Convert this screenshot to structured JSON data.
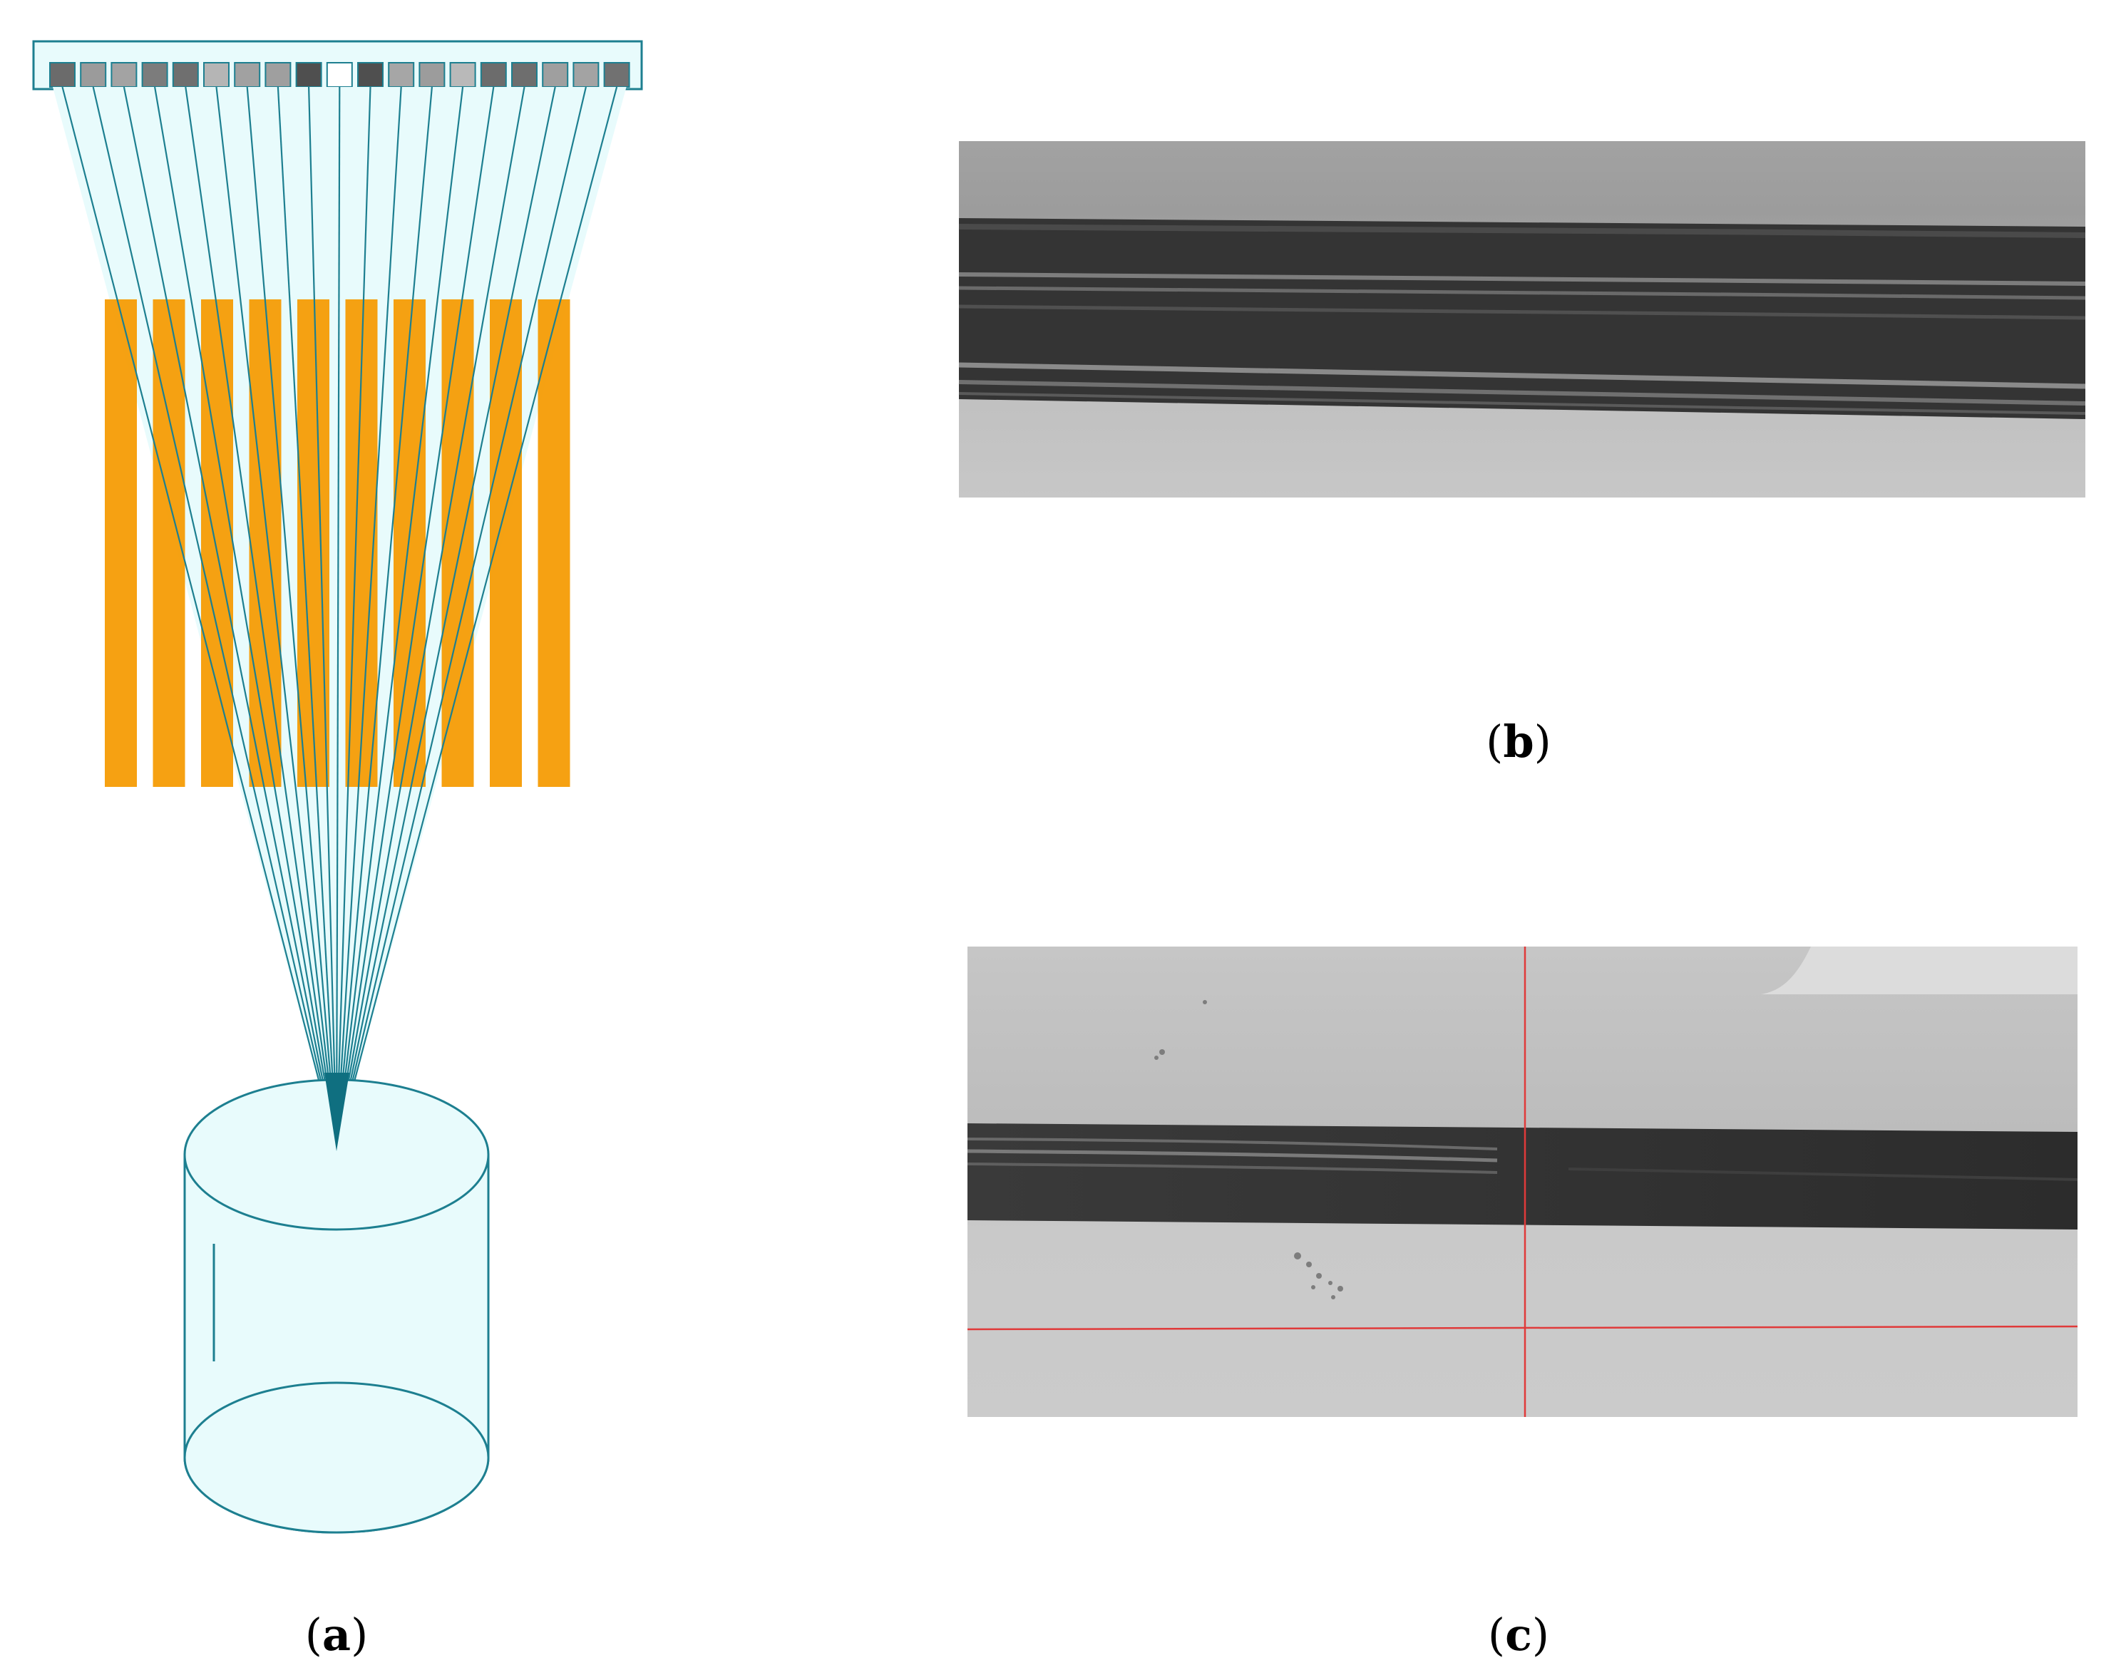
{
  "colors": {
    "beam_fill": "#e8fbfc",
    "beam_stroke": "#1d7f90",
    "grid_bar": "#f59a00",
    "detector_frame_fill": "#e8fbfc",
    "source_fill": "#e8fbfc",
    "crosshair": "#e03a3a"
  },
  "icons": {
    "source": "cylinder-source-icon",
    "detector": "detector-array-icon"
  },
  "detector": {
    "pixel_count": 19,
    "pixel_shades": [
      "#6b6b6b",
      "#9b9b9b",
      "#a3a3a3",
      "#7c7c7c",
      "#6f6f6f",
      "#b5b5b5",
      "#a1a1a1",
      "#9f9f9f",
      "#4f4f4f",
      "#ffffff",
      "#4f4f4f",
      "#a6a6a6",
      "#9c9c9c",
      "#b9b9b9",
      "#6c6c6c",
      "#6e6e6e",
      "#9f9f9f",
      "#a3a3a3",
      "#717171"
    ]
  },
  "grid": {
    "bar_count": 10
  },
  "panels": {
    "a": {
      "open": "(",
      "letter": "a",
      "close": ")"
    },
    "b": {
      "open": "(",
      "letter": "b",
      "close": ")"
    },
    "c": {
      "open": "(",
      "letter": "c",
      "close": ")"
    }
  }
}
